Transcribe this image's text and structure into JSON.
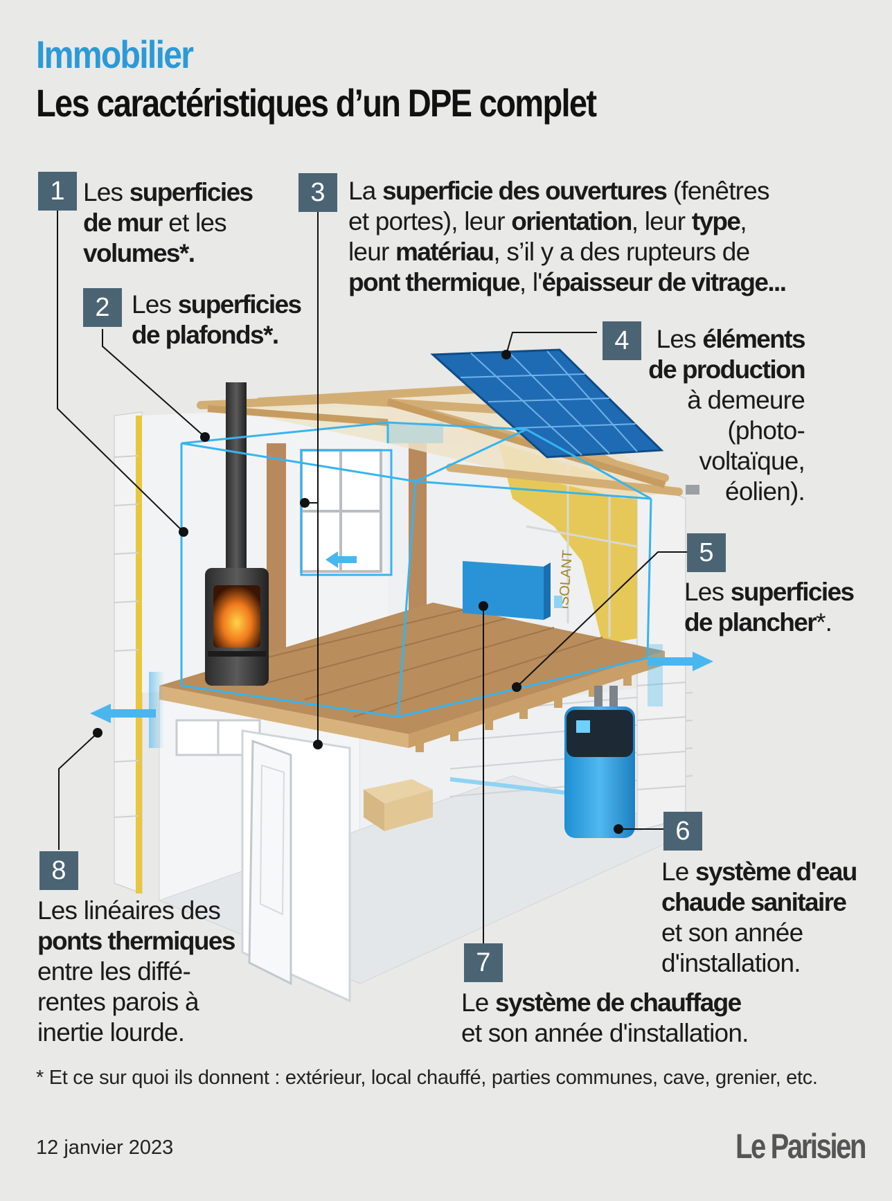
{
  "header": {
    "kicker": "Immobilier",
    "title": "Les caractéristiques d’un DPE complet"
  },
  "colors": {
    "accent": "#2b9ad6",
    "badge": "#4b6474",
    "volume_lines": "#2fb3f0",
    "insulation": "#e2c24a"
  },
  "callouts": [
    {
      "number": "1",
      "text": "Les superficies de mur et les volumes*."
    },
    {
      "number": "2",
      "text": "Les superficies de plafonds*."
    },
    {
      "number": "3",
      "text": "La superficie des ouvertures (fenêtres et portes), leur orientation, leur type, leur matériau, s’il y a des rupteurs de pont thermique, l'épaisseur de vitrage..."
    },
    {
      "number": "4",
      "text": "Les éléments de production à demeure (photo-voltaïque, éolien)."
    },
    {
      "number": "5",
      "text": "Les superficies de plancher*."
    },
    {
      "number": "6",
      "text": "Le système d'eau chaude sanitaire et son année d'installation."
    },
    {
      "number": "7",
      "text": "Le système de chauffage et son année d'installation."
    },
    {
      "number": "8",
      "text": "Les linéaires des ponts thermiques entre les diffé-rentes parois à inertie lourde."
    }
  ],
  "footnote": "* Et ce sur quoi ils donnent : extérieur, local chauffé, parties communes, cave, grenier, etc.",
  "date": "12 janvier 2023",
  "brand": "Le Parisien",
  "illustration_text": {
    "insulation_print": "ISOLANT"
  }
}
